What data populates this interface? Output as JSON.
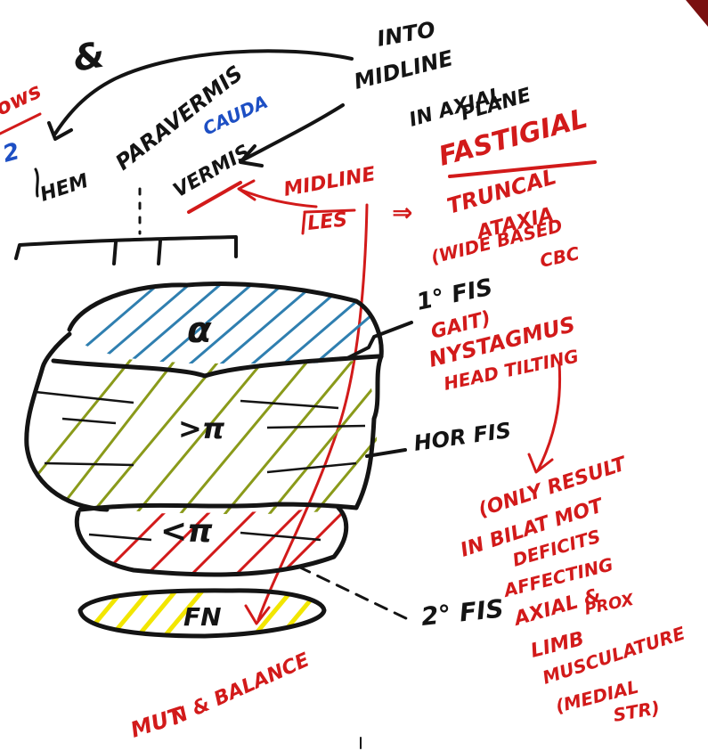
{
  "top": {
    "into": "INTO",
    "midline": "MIDLINE",
    "in_axial": "IN AXIAL",
    "plane": "PLANE",
    "ampersand": "&"
  },
  "zones": {
    "left_red": "ows",
    "left_blue": "2",
    "hem": "HEM",
    "paravermis": "PARAVERMIS",
    "cauda": "CAUDA",
    "vermis": "VERMIS"
  },
  "lesion": {
    "midline": "MIDLINE",
    "les": "LES",
    "arrow": "⇒"
  },
  "fastigial": {
    "title": "FASTIGIAL",
    "lines": [
      "TRUNCAL",
      "ATAXIA",
      "(WIDE BASED",
      "CBC",
      "GAIT)",
      "NYSTAGMUS",
      "HEAD TILTING"
    ]
  },
  "fissures": {
    "primary": "1° FIS",
    "horizontal": "HOR FIS",
    "secondary": "2° FIS"
  },
  "lobes": {
    "alpha": "α",
    "above_pi": ">π",
    "below_pi": "<π",
    "fn": "FN"
  },
  "bottom": {
    "left": "MUT",
    "balance": "N & BALANCE"
  },
  "result": {
    "lines": [
      "(ONLY RESULT",
      "IN BILAT MOT",
      "DEFICITS",
      "AFFECTING",
      "AXIAL &",
      "PROX",
      "LIMB",
      "MUSCULATURE",
      "(MEDIAL",
      "STR)"
    ]
  },
  "colors": {
    "black_ink": "#141414",
    "red_ink": "#d21a1a",
    "blue_ink": "#1d4fc4",
    "yellow_fill": "#f2e600",
    "green_hatch": "#8a9a1a",
    "blue_hatch": "#2f7fb0"
  }
}
